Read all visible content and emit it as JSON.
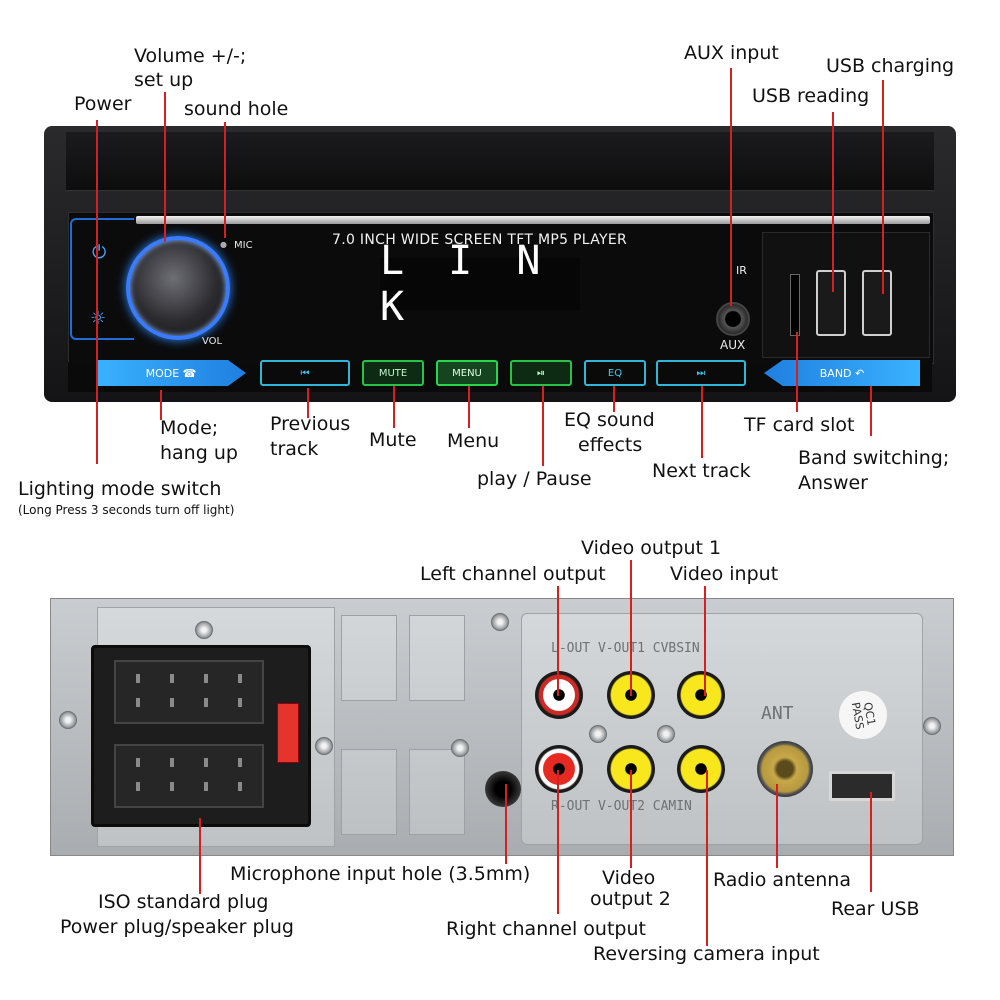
{
  "front": {
    "screen_title": "7.0 INCH WIDE SCREEN TFT MP5 PLAYER",
    "lcd_text": "L I N K",
    "mic_label": "MIC",
    "vol_label": "VOL",
    "ir_label": "IR",
    "aux_label": "AUX",
    "buttons": {
      "mode": "MODE ☎",
      "prev": "⏮",
      "mute": "MUTE",
      "menu": "MENU",
      "play": "⏯",
      "eq": "EQ",
      "next": "⏭",
      "band": "BAND ↶"
    },
    "accent_blue": "#3ab2ff",
    "accent_green": "#28d64a"
  },
  "callouts": {
    "volume": "Volume +/-;",
    "setup": "set up",
    "power": "Power",
    "sound_hole": "sound hole",
    "aux_input": "AUX input",
    "usb_charging": "USB charging",
    "usb_reading": "USB reading",
    "mode1": "Mode;",
    "mode2": "hang up",
    "prev1": "Previous",
    "prev2": "track",
    "mute": "Mute",
    "menu": "Menu",
    "play": "play / Pause",
    "eq1": "EQ sound",
    "eq2": "effects",
    "next": "Next track",
    "tf": "TF card slot",
    "band1": "Band switching;",
    "band2": "Answer",
    "light": "Lighting mode switch",
    "light_note": "(Long Press  3 seconds turn off light)",
    "video_out1": "Video output 1",
    "left_out": "Left channel output",
    "video_in": "Video input",
    "mic_hole": "Microphone input hole (3.5mm)",
    "iso1": "ISO standard plug",
    "iso2": "Power plug/speaker plug",
    "video_out2a": "Video",
    "video_out2b": "output 2",
    "right_out": "Right channel output",
    "radio_antenna": "Radio antenna",
    "rear_usb": "Rear USB",
    "rev_cam": "Reversing camera input"
  },
  "rear": {
    "top_text": "L-OUT V-OUT1 CVBSIN",
    "bottom_text": "R-OUT V-OUT2 CAMIN",
    "ant_text": "ANT",
    "qc_line1": "QC1",
    "qc_line2": "PASS"
  }
}
